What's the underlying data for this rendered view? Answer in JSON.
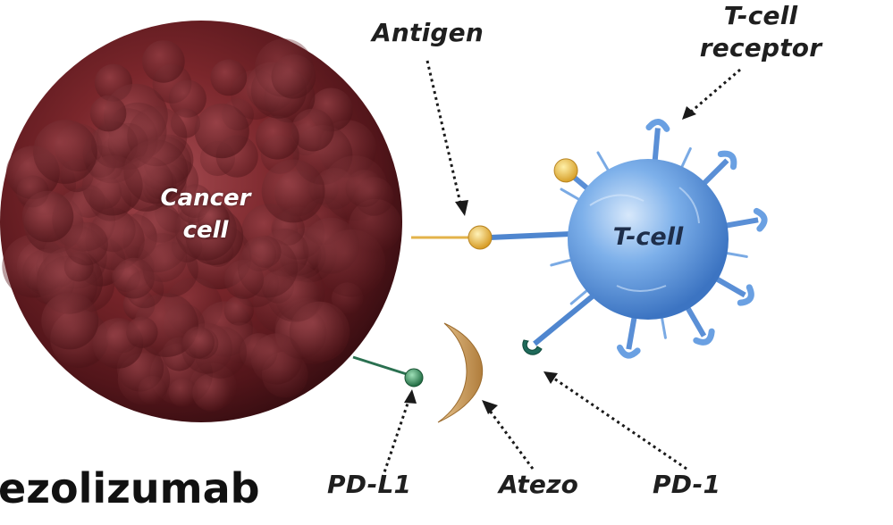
{
  "labels": {
    "antigen": "Antigen",
    "tcell_receptor_line1": "T-cell",
    "tcell_receptor_line2": "receptor",
    "cancer_cell_line1": "Cancer",
    "cancer_cell_line2": "cell",
    "tcell": "T-cell",
    "pdl1": "PD-L1",
    "atezo": "Atezo",
    "pd1": "PD-1"
  },
  "title": "ezolizumab",
  "colors": {
    "cancer_cell": "#6e1e22",
    "tcell": "#5b93d8",
    "antigen": "#e8b33a",
    "pdl1": "#2e7a50",
    "pd1": "#1f6a5a",
    "atezo": "#c99a5c"
  }
}
